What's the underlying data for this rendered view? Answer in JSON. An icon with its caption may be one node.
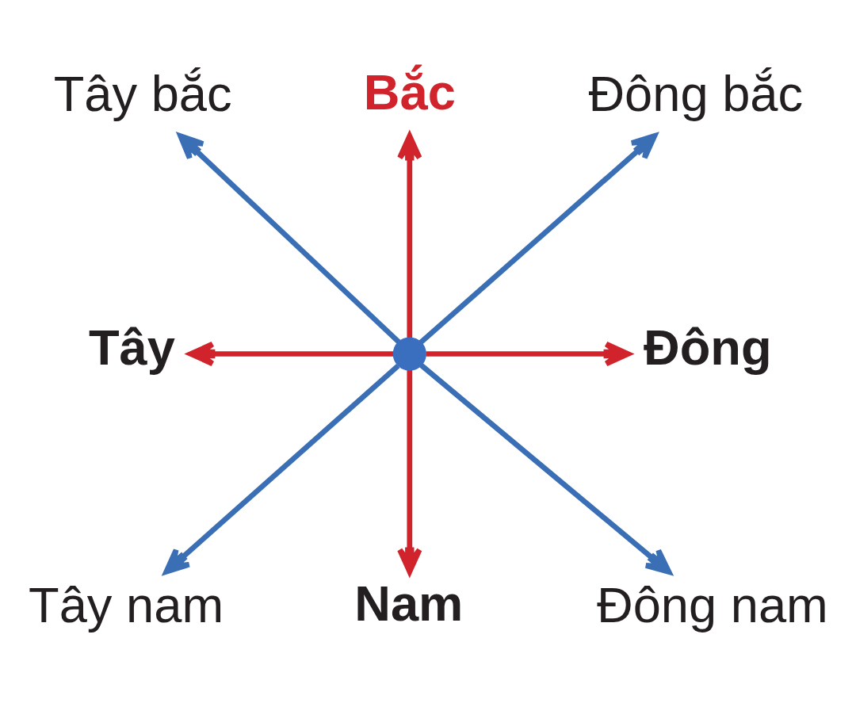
{
  "diagram": {
    "nodes": [
      {
        "text": [
          "Bắc"
        ]
      },
      {
        "text": [
          "Tây bắc"
        ]
      },
      {
        "text": [
          "Đông bắc"
        ]
      },
      {
        "text": [
          "Tây"
        ]
      },
      {
        "text": [],
        "shape": "circle"
      },
      {
        "text": [
          "Đông"
        ]
      },
      {
        "text": [
          "Tây nam"
        ]
      },
      {
        "text": [
          "Đông nam"
        ]
      },
      {
        "text": [
          "Nam"
        ]
      }
    ],
    "edges": [
      {
        "from": 4,
        "to": 0,
        "arrow": "to",
        "color": "#d1232b"
      },
      {
        "from": 4,
        "to": 1,
        "arrow": "to",
        "color": "#3a6fb5"
      },
      {
        "from": 4,
        "to": 3,
        "arrow": "to",
        "color": "#d1232b"
      },
      {
        "from": 4,
        "to": 6,
        "arrow": "to",
        "color": "#3a6fb5"
      },
      {
        "from": 4,
        "to": 8,
        "arrow": "to",
        "color": "#d1232b"
      },
      {
        "from": 4,
        "to": 7,
        "arrow": "to",
        "color": "#3a6fb5"
      },
      {
        "from": 4,
        "to": 5,
        "arrow": "to",
        "color": "#d1232b"
      },
      {
        "from": 4,
        "to": 2,
        "arrow": "to",
        "color": "#3a6fb5"
      }
    ]
  }
}
